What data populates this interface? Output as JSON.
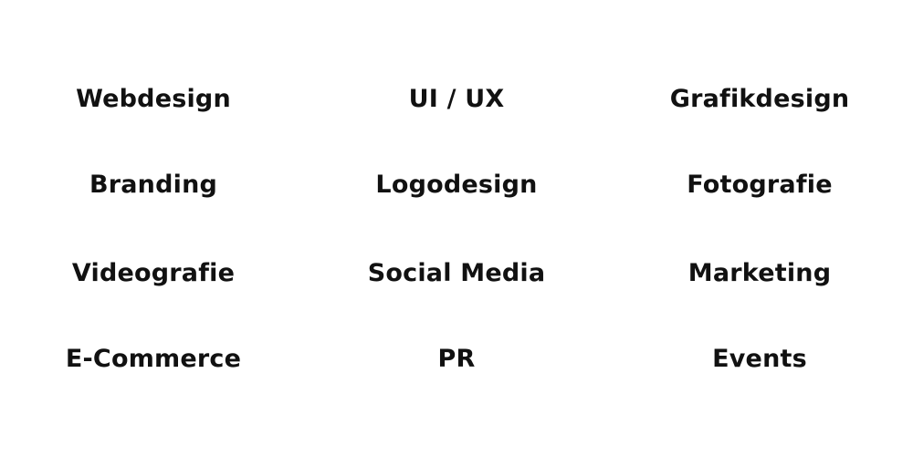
{
  "services": [
    {
      "label": "Webdesign"
    },
    {
      "label": "UI / UX"
    },
    {
      "label": "Grafikdesign"
    },
    {
      "label": "Branding"
    },
    {
      "label": "Logodesign"
    },
    {
      "label": "Fotografie"
    },
    {
      "label": "Videografie"
    },
    {
      "label": "Social Media"
    },
    {
      "label": "Marketing"
    },
    {
      "label": "E-Commerce"
    },
    {
      "label": "PR"
    },
    {
      "label": "Events"
    }
  ]
}
